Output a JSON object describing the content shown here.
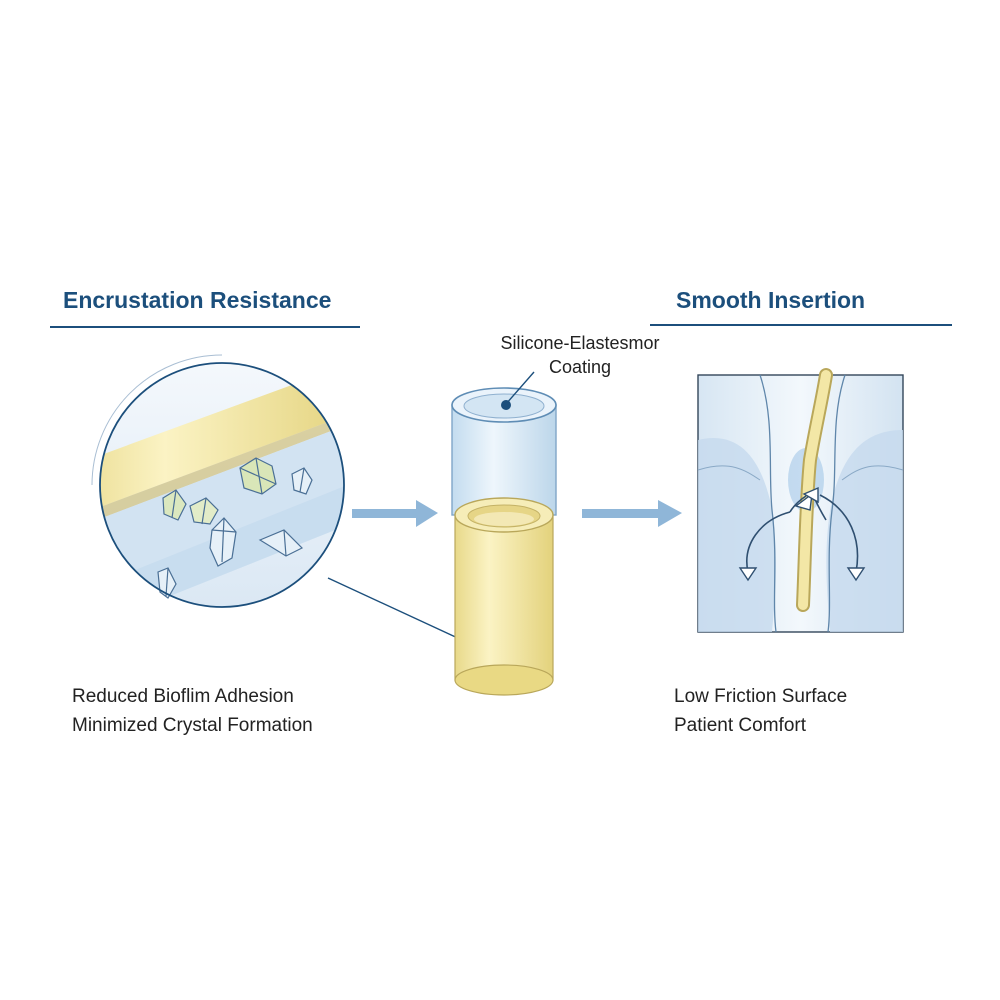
{
  "left_panel": {
    "heading": "Encrustation Resistance",
    "caption_line1": "Reduced Bioflim Adhesion",
    "caption_line2": "Minimized Crystal Formation"
  },
  "center_panel": {
    "label_line1": "Silicone-Elastesmor",
    "label_line2": "Coating"
  },
  "right_panel": {
    "heading": "Smooth Insertion",
    "caption_line1": "Low Friction Surface",
    "caption_line2": "Patient Comfort"
  },
  "colors": {
    "heading_blue": "#1c4f7c",
    "tube_yellow": "#f2e6a0",
    "coating_blue": "#cfe2f1",
    "arrow_blue": "#8fb6d8"
  }
}
